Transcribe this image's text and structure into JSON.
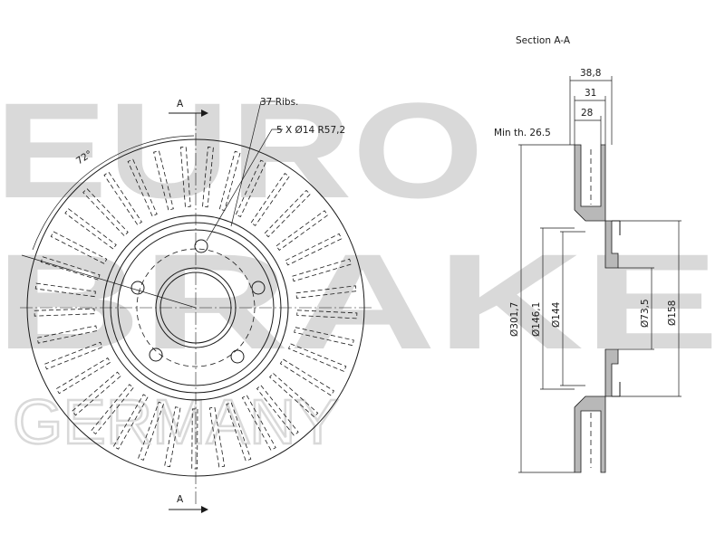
{
  "watermark": {
    "line1": "EURO",
    "line2": "BRAKE",
    "line3": "GERMANY"
  },
  "front_view": {
    "section_marker_top": "A",
    "section_marker_bottom": "A",
    "angle": "72°",
    "ribs_label": "37 Ribs.",
    "bolt_label": "5 X Ø14 R57,2"
  },
  "section_view": {
    "title": "Section A-A",
    "min_thickness": "Min th. 26.5",
    "dim_38_8": "38,8",
    "dim_31": "31",
    "dim_28": "28",
    "dia_301_7": "Ø301,7",
    "dia_146_1": "Ø146,1",
    "dia_144": "Ø144",
    "dia_73_5": "Ø73,5",
    "dia_158": "Ø158"
  },
  "colors": {
    "line": "#1a1a1a",
    "watermark": "#d9d9d9",
    "hatch": "#b8b8b8"
  }
}
